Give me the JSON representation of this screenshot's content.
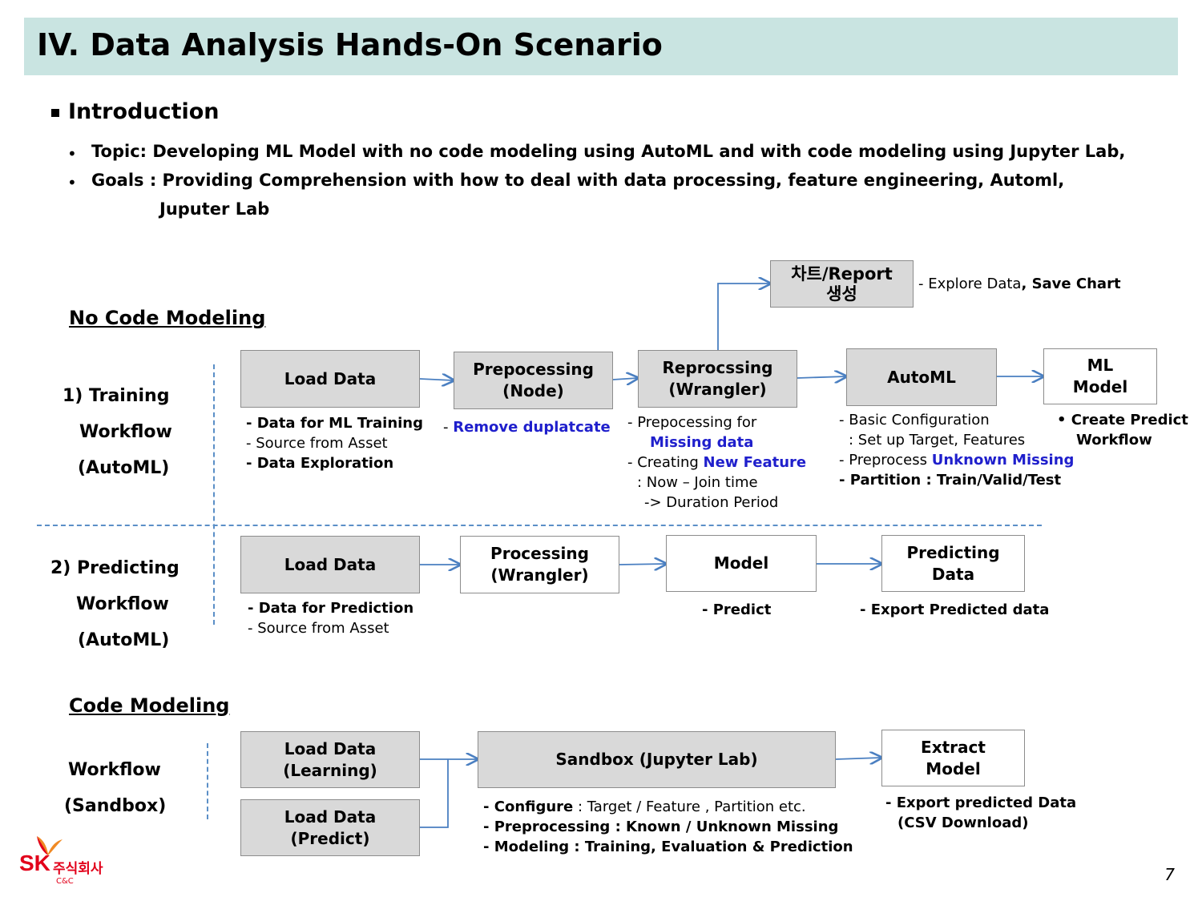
{
  "title": "IV. Data Analysis Hands-On Scenario",
  "intro": {
    "heading": "Introduction",
    "topic": "Topic: Developing ML Model with no code modeling using AutoML and with code modeling using Jupyter Lab,",
    "goals_1": "Goals : Providing Comprehension with how to deal with data processing, feature engineering, Automl,",
    "goals_2": "Juputer Lab"
  },
  "nocode": {
    "heading": "No Code Modeling",
    "training": {
      "label_1": "1)  Training",
      "label_2": "Workflow",
      "label_3": "(AutoML)",
      "chart_box": "차트/Report\n생성",
      "chart_note_a": "- Explore Data",
      "chart_note_b": ", Save Chart",
      "boxes": {
        "load": "Load  Data",
        "prep": "Prepocessing\n(Node)",
        "reproc": "Reprocssing\n(Wrangler)",
        "automl": "AutoML",
        "model": "ML\nModel"
      },
      "notes": {
        "load_1": "- Data for ML Training",
        "load_2": "- Source from Asset",
        "load_3": "- Data Exploration",
        "prep_1": "- Remove duplatcate",
        "reproc_1": "- Prepocessing for",
        "reproc_2": "Missing data",
        "reproc_3a": "- Creating ",
        "reproc_3b": "New Feature",
        "reproc_4": ": Now – Join time",
        "reproc_5": "-> Duration Period",
        "automl_1": "- Basic Configuration",
        "automl_2": ": Set up Target, Features",
        "automl_3a": "- Preprocess ",
        "automl_3b": "Unknown Missing",
        "automl_4": "- Partition : Train/Valid/Test",
        "model_1": "• Create Predict",
        "model_2": "Workflow"
      }
    },
    "predicting": {
      "label_1": "2) Predicting",
      "label_2": "Workflow",
      "label_3": "(AutoML)",
      "boxes": {
        "load": "Load  Data",
        "proc": "Processing\n(Wrangler)",
        "model": "Model",
        "pred": "Predicting\nData"
      },
      "notes": {
        "load_1": "- Data for Prediction",
        "load_2": "- Source from Asset",
        "model_1": "- Predict",
        "pred_1": "- Export Predicted data"
      }
    }
  },
  "code": {
    "heading": "Code Modeling",
    "label_1": "Workflow",
    "label_2": "(Sandbox)",
    "boxes": {
      "load_learn": "Load  Data\n(Learning)",
      "load_pred": "Load  Data\n(Predict)",
      "sandbox": "Sandbox (Jupyter Lab)",
      "extract": "Extract\nModel"
    },
    "notes": {
      "sb_1a": "- Configure",
      "sb_1b": " : Target / Feature , Partition etc.",
      "sb_2": "- Preprocessing : Known / Unknown Missing",
      "sb_3": "- Modeling : Training,  Evaluation & Prediction",
      "ex_1": "- Export predicted Data",
      "ex_2": "(CSV Download)"
    }
  },
  "footer": {
    "page": "7",
    "logo_sk": "SK",
    "logo_kr": "주식회사",
    "logo_cc": "C&C"
  },
  "colors": {
    "title_bg": "#c9e4e1",
    "box_gray": "#d9d9d9",
    "arrow": "#4a7fc1",
    "highlight": "#1f1fcc",
    "logo": "#e2001a"
  }
}
